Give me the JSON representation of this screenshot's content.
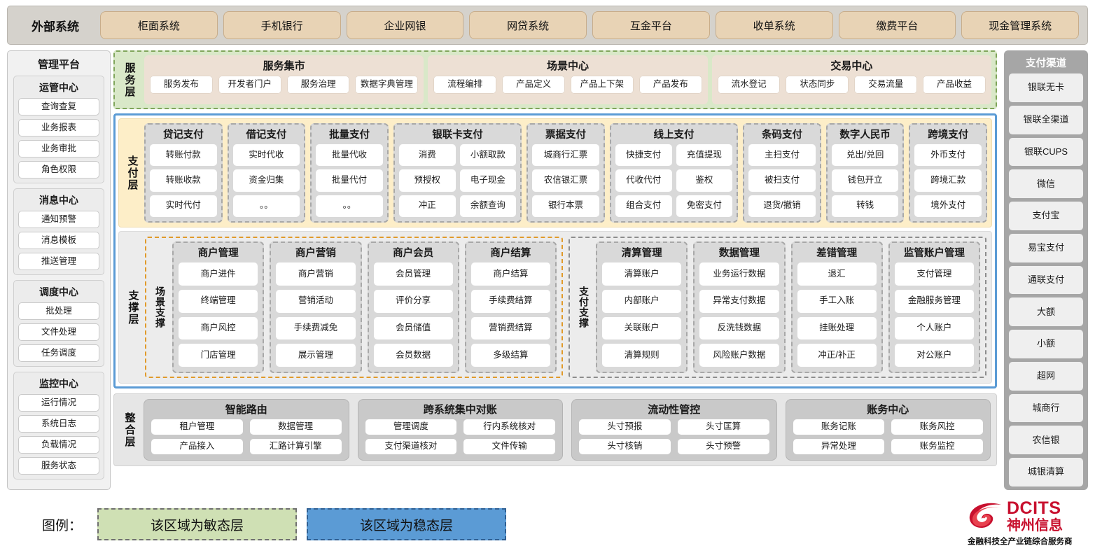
{
  "external": {
    "title": "外部系统",
    "items": [
      "柜面系统",
      "手机银行",
      "企业网银",
      "网贷系统",
      "互金平台",
      "收单系统",
      "缴费平台",
      "现金管理系统"
    ]
  },
  "management": {
    "title": "管理平台",
    "groups": [
      {
        "title": "运管中心",
        "items": [
          "查询查复",
          "业务报表",
          "业务审批",
          "角色权限"
        ]
      },
      {
        "title": "消息中心",
        "items": [
          "通知预警",
          "消息模板",
          "推送管理"
        ]
      },
      {
        "title": "调度中心",
        "items": [
          "批处理",
          "文件处理",
          "任务调度"
        ]
      },
      {
        "title": "监控中心",
        "items": [
          "运行情况",
          "系统日志",
          "负载情况",
          "服务状态"
        ]
      }
    ]
  },
  "service_layer": {
    "label": "服务层",
    "boxes": [
      {
        "title": "服务集市",
        "items": [
          "服务发布",
          "开发者门户",
          "服务治理",
          "数据字典管理"
        ]
      },
      {
        "title": "场景中心",
        "items": [
          "流程编排",
          "产品定义",
          "产品上下架",
          "产品发布"
        ]
      },
      {
        "title": "交易中心",
        "items": [
          "流水登记",
          "状态同步",
          "交易流量",
          "产品收益"
        ]
      }
    ]
  },
  "payment_layer": {
    "label": "支付层",
    "groups": [
      {
        "title": "贷记支付",
        "cols": 1,
        "rows": [
          [
            "转账付款"
          ],
          [
            "转账收款"
          ],
          [
            "实时代付"
          ]
        ]
      },
      {
        "title": "借记支付",
        "cols": 1,
        "rows": [
          [
            "实时代收"
          ],
          [
            "资金归集"
          ],
          [
            "。。"
          ]
        ]
      },
      {
        "title": "批量支付",
        "cols": 1,
        "rows": [
          [
            "批量代收"
          ],
          [
            "批量代付"
          ],
          [
            "。。"
          ]
        ]
      },
      {
        "title": "银联卡支付",
        "cols": 2,
        "rows": [
          [
            "消费",
            "小额取款"
          ],
          [
            "预授权",
            "电子现金"
          ],
          [
            "冲正",
            "余额查询"
          ]
        ]
      },
      {
        "title": "票据支付",
        "cols": 1,
        "rows": [
          [
            "城商行汇票"
          ],
          [
            "农信银汇票"
          ],
          [
            "银行本票"
          ]
        ]
      },
      {
        "title": "线上支付",
        "cols": 2,
        "rows": [
          [
            "快捷支付",
            "充值提现"
          ],
          [
            "代收代付",
            "鉴权"
          ],
          [
            "组合支付",
            "免密支付"
          ]
        ]
      },
      {
        "title": "条码支付",
        "cols": 1,
        "rows": [
          [
            "主扫支付"
          ],
          [
            "被扫支付"
          ],
          [
            "退货/撤销"
          ]
        ]
      },
      {
        "title": "数字人民币",
        "cols": 1,
        "rows": [
          [
            "兑出/兑回"
          ],
          [
            "钱包开立"
          ],
          [
            "转钱"
          ]
        ]
      },
      {
        "title": "跨境支付",
        "cols": 1,
        "rows": [
          [
            "外币支付"
          ],
          [
            "跨境汇款"
          ],
          [
            "境外支付"
          ]
        ]
      }
    ]
  },
  "support_layer": {
    "label": "支撑层",
    "zones": [
      {
        "label": "场景支撑",
        "columns": [
          {
            "title": "商户管理",
            "items": [
              "商户进件",
              "终端管理",
              "商户风控",
              "门店管理"
            ]
          },
          {
            "title": "商户营销",
            "items": [
              "商户营销",
              "营销活动",
              "手续费减免",
              "展示管理"
            ]
          },
          {
            "title": "商户会员",
            "items": [
              "会员管理",
              "评价分享",
              "会员储值",
              "会员数据"
            ]
          },
          {
            "title": "商户结算",
            "items": [
              "商户结算",
              "手续费结算",
              "营销费结算",
              "多级结算"
            ]
          }
        ]
      },
      {
        "label": "支付支撑",
        "columns": [
          {
            "title": "清算管理",
            "items": [
              "清算账户",
              "内部账户",
              "关联账户",
              "清算规则"
            ]
          },
          {
            "title": "数据管理",
            "items": [
              "业务运行数据",
              "异常支付数据",
              "反洗钱数据",
              "风险账户数据"
            ]
          },
          {
            "title": "差错管理",
            "items": [
              "退汇",
              "手工入账",
              "挂账处理",
              "冲正/补正"
            ]
          },
          {
            "title": "监管账户管理",
            "items": [
              "支付管理",
              "金融服务管理",
              "个人账户",
              "对公账户"
            ]
          }
        ]
      }
    ]
  },
  "integration_layer": {
    "label": "整合层",
    "boxes": [
      {
        "title": "智能路由",
        "rows": [
          [
            "租户管理",
            "数据管理"
          ],
          [
            "产品接入",
            "汇路计算引擎"
          ]
        ]
      },
      {
        "title": "跨系统集中对账",
        "rows": [
          [
            "管理调度",
            "行内系统核对"
          ],
          [
            "支付渠道核对",
            "文件传输"
          ]
        ]
      },
      {
        "title": "流动性管控",
        "rows": [
          [
            "头寸预报",
            "头寸匡算"
          ],
          [
            "头寸核销",
            "头寸预警"
          ]
        ]
      },
      {
        "title": "账务中心",
        "rows": [
          [
            "账务记账",
            "账务风控"
          ],
          [
            "异常处理",
            "账务监控"
          ]
        ]
      }
    ]
  },
  "channel_panel": {
    "title": "支付渠道",
    "items": [
      "银联无卡",
      "银联全渠道",
      "银联CUPS",
      "微信",
      "支付宝",
      "易宝支付",
      "通联支付",
      "大额",
      "小额",
      "超网",
      "城商行",
      "农信银",
      "城银清算"
    ]
  },
  "legend": {
    "label": "图例：",
    "agile": "该区域为敏态层",
    "stable": "该区域为稳态层"
  },
  "logo": {
    "en": "DCITS",
    "cn": "神州信息",
    "tagline": "金融科技全产业链综合服务商"
  },
  "colors": {
    "agile_green": "#d9e8c8",
    "stable_blue": "#5b9bd5",
    "payment_cream": "#fdeec8",
    "external_tan": "#e8d3b5",
    "scene_orange": "#e09a2a",
    "brand_red": "#c8102e"
  }
}
